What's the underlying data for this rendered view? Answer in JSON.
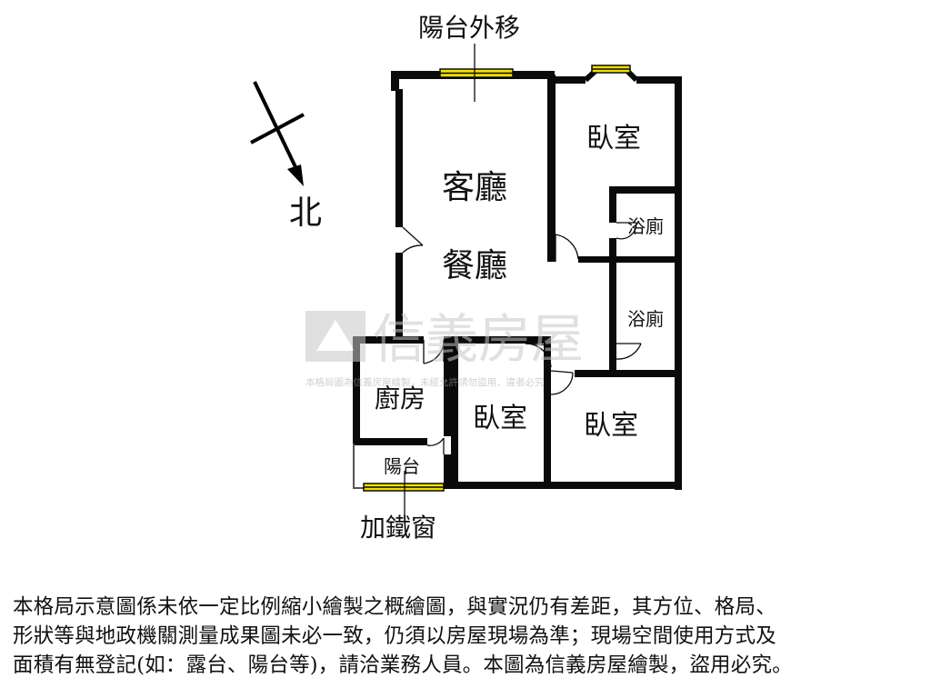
{
  "labels": {
    "balcony_move": "陽台外移",
    "north": "北",
    "bedroom_top": "臥室",
    "living_room": "客廳",
    "dining_room": "餐廳",
    "bath_upper": "浴廁",
    "bath_lower": "浴廁",
    "kitchen": "廚房",
    "bedroom_mid": "臥室",
    "bedroom_right": "臥室",
    "balcony": "陽台",
    "iron_window": "加鐵窗"
  },
  "watermark": {
    "brand": "信義房屋",
    "notice": "本格局圖為信義房屋繪製，未經允許請勿盜用，違者必究"
  },
  "disclaimer": {
    "line1": "本格局示意圖係未依一定比例縮小繪製之概繪圖，與實況仍有差距，其方位、格局、",
    "line2": "形狀等與地政機關測量成果圖未必一致，仍須以房屋現場為準；現場空間使用方式及",
    "line3": "面積有無登記(如：露台、陽台等)，請洽業務人員。本圖為信義房屋繪製，盜用必究。"
  },
  "colors": {
    "wall": "#0a0a0a",
    "window": "#f0e000",
    "watermark": "#c8c8c8"
  }
}
